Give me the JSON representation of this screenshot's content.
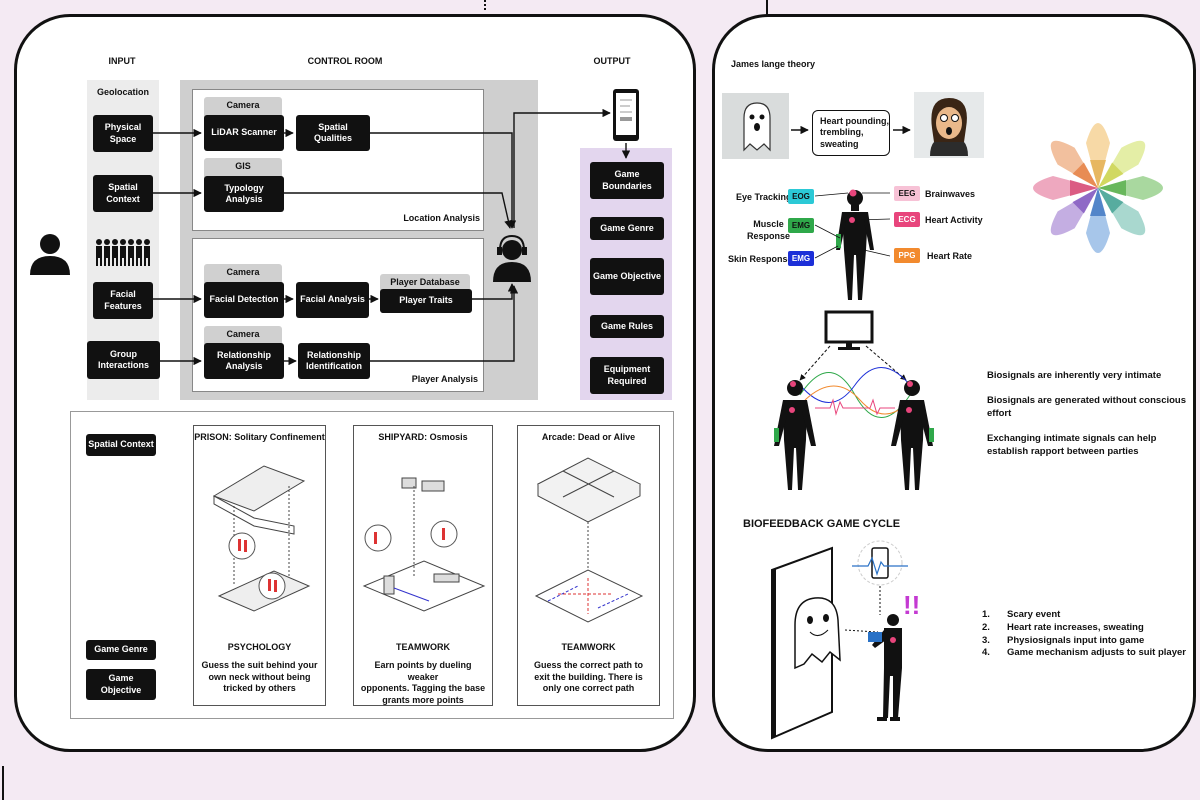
{
  "flow": {
    "input_header": "INPUT",
    "control_header": "CONTROL ROOM",
    "output_header": "OUTPUT",
    "geolocation": "Geolocation",
    "inputs": {
      "physical_space": "Physical\nSpace",
      "spatial_context": "Spatial\nContext",
      "facial_features": "Facial\nFeatures",
      "group_interactions": "Group\nInteractions"
    },
    "tags": {
      "camera": "Camera",
      "gis": "GIS",
      "player_database": "Player Database"
    },
    "processes": {
      "lidar": "LiDAR Scanner",
      "spatial_qualities": "Spatial\nQualities",
      "typology": "Typology\nAnalysis",
      "facial_detection": "Facial Detection",
      "facial_analysis": "Facial Analysis",
      "player_traits": "Player Traits",
      "relationship_analysis": "Relationship\nAnalysis",
      "relationship_identification": "Relationship\nIdentification"
    },
    "location_analysis": "Location Analysis",
    "player_analysis": "Player Analysis",
    "outputs": [
      "Game\nBoundaries",
      "Game Genre",
      "Game Objective",
      "Game Rules",
      "Equipment\nRequired"
    ]
  },
  "cases": {
    "side_labels": {
      "spatial_context": "Spatial Context",
      "game_genre": "Game Genre",
      "game_objective": "Game\nObjective"
    },
    "cards": [
      {
        "title": "PRISON: Solitary Confinement",
        "genre": "PSYCHOLOGY",
        "desc": "Guess the suit behind your\nown neck without being\ntricked by others"
      },
      {
        "title": "SHIPYARD: Osmosis",
        "genre": "TEAMWORK",
        "desc": "Earn points by dueling weaker\nopponents. Tagging the base\ngrants more points"
      },
      {
        "title": "Arcade: Dead or Alive",
        "genre": "TEAMWORK",
        "desc": "Guess the correct path to\nexit the building. There is\nonly one correct path"
      }
    ]
  },
  "theory": {
    "title": "James lange theory",
    "bubble": "Heart pounding,\ntrembling,\nsweating",
    "signals": {
      "eog": "EOG",
      "eog_label": "Eye Tracking",
      "emg1": "EMG",
      "emg1_label": "Muscle\nResponse",
      "emg2": "EMG",
      "emg2_label": "Skin Response",
      "eeg": "EEG",
      "eeg_label": "Brainwaves",
      "ecg": "ECG",
      "ecg_label": "Heart Activity",
      "ppg": "PPG",
      "ppg_label": "Heart Rate"
    },
    "colors": {
      "eog": "#2bc9d6",
      "emg1": "#2fa84a",
      "emg2": "#1c2fd8",
      "eeg": "#f7c2d6",
      "ecg": "#e8457c",
      "ppg": "#f28a2e"
    },
    "notes": [
      "Biosignals are inherently very intimate",
      "Biosignals are generated without conscious\neffort",
      "Exchanging intimate signals can help\nestablish rapport between parties"
    ]
  },
  "cycle": {
    "title": "BIOFEEDBACK GAME CYCLE",
    "steps": [
      {
        "num": "1.",
        "text": "Scary event"
      },
      {
        "num": "2.",
        "text": "Heart rate increases, sweating"
      },
      {
        "num": "3.",
        "text": "Physiosignals input into game"
      },
      {
        "num": "4.",
        "text": "Game mechanism adjusts to suit player"
      }
    ]
  }
}
